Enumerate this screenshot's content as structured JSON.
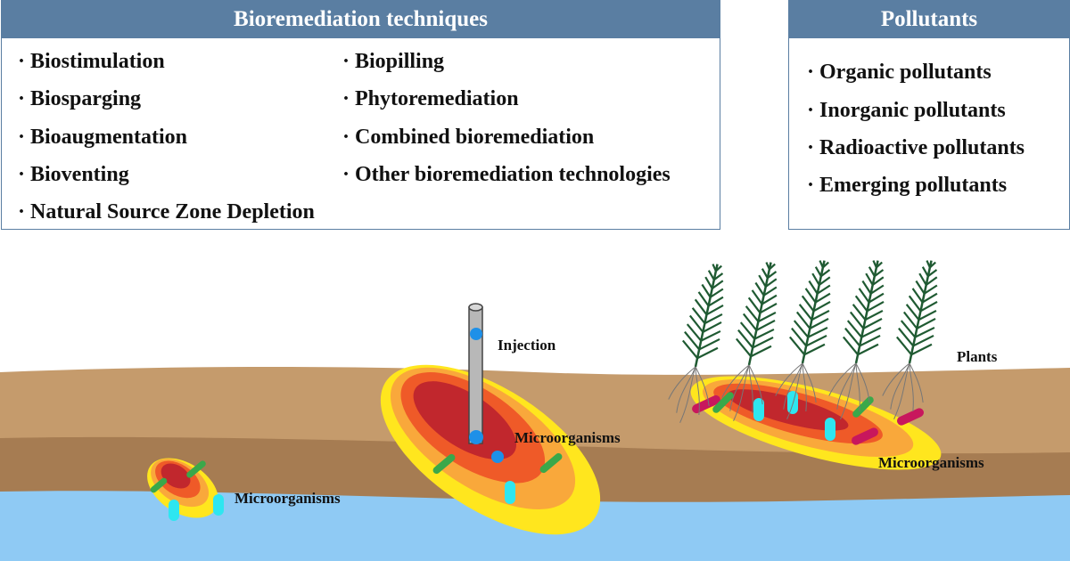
{
  "techniques": {
    "title": "Bioremediation techniques",
    "left": [
      "· Biostimulation",
      "· Biosparging",
      "· Bioaugmentation",
      "· Bioventing",
      "· Natural Source Zone Depletion"
    ],
    "right": [
      "· Biopilling",
      "· Phytoremediation",
      "· Combined bioremediation",
      "· Other bioremediation technologies"
    ]
  },
  "pollutants": {
    "title": "Pollutants",
    "items": [
      "· Organic pollutants",
      "· Inorganic pollutants",
      "· Radioactive pollutants",
      "· Emerging pollutants"
    ]
  },
  "scene": {
    "label_microorganisms_left": "Microorganisms",
    "label_injection": "Injection",
    "label_microorganisms_center": "Microorganisms",
    "label_plants": "Plants",
    "label_microorganisms_right": "Microorganisms"
  },
  "colors": {
    "header": "#5a7ea2",
    "soil_top": "#c59b6c",
    "soil_mid": "#a67c52",
    "water": "#8fcaf4",
    "plume_outer": "#ffe61e",
    "plume_mid": "#f9a83b",
    "plume_inner": "#ef5a28",
    "plume_core": "#c1272d",
    "bacteria_green": "#3aa84a",
    "bacteria_cyan": "#2ee6f0",
    "bacteria_magenta": "#c8175d",
    "injection_dot": "#1e90e8",
    "plant": "#1f5a32"
  }
}
